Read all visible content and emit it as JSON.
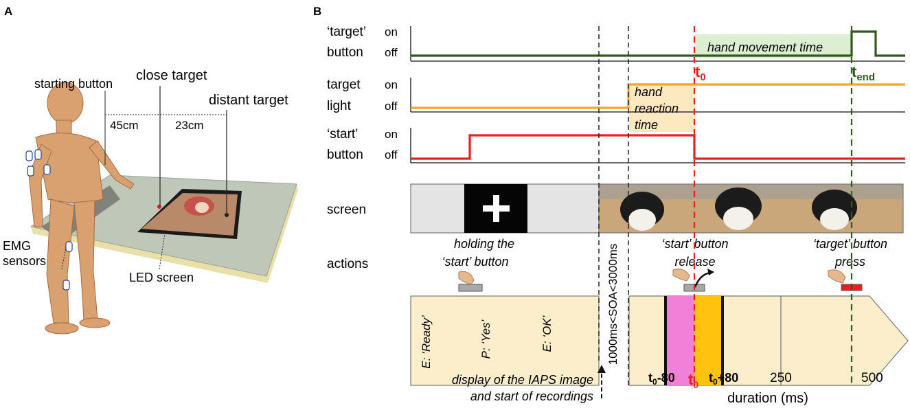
{
  "panelA": {
    "label": "A",
    "starting_button": "starting button",
    "close_target": "close target",
    "distant_target": "distant target",
    "dist1": "45cm",
    "dist2": "23cm",
    "emg1": "EMG",
    "emg2": "sensors",
    "led_screen": "LED screen"
  },
  "panelB": {
    "label": "B",
    "rows": {
      "target_button_1": "‘target’",
      "target_button_2": "button",
      "target_light_1": "target",
      "target_light_2": "light",
      "start_button_1": "‘start’",
      "start_button_2": "button",
      "on": "on",
      "off": "off",
      "screen": "screen",
      "actions": "actions"
    },
    "labels": {
      "hand_movement_time": "hand movement time",
      "hand_reaction_1": "hand",
      "hand_reaction_2": "reaction",
      "hand_reaction_3": "time",
      "t0_main": "t",
      "t0_sub": "0",
      "tend_main": "t",
      "tend_sub": "end",
      "soa": "1000ms<SOA<3000ms",
      "holding_1": "holding the",
      "holding_2": "‘start’ button",
      "release_1": "‘start’ button",
      "release_2": "release",
      "press_1": "‘target’ button",
      "press_2": "press",
      "ready": "E: ‘Ready’",
      "yes": "P: ‘Yes’",
      "ok": "E: ‘OK’",
      "display_1": "display of the IAPS image",
      "display_2": "and start of recordings",
      "tick_minus_main": "t",
      "tick_minus_sub": "0",
      "tick_minus_suffix": "-80",
      "tick_zero_main": "t",
      "tick_zero_sub": "0",
      "tick_plus_main": "t",
      "tick_plus_sub": "0",
      "tick_plus_suffix": "+80",
      "tick_250": "250",
      "tick_500": "500",
      "duration": "duration (ms)"
    }
  },
  "colors": {
    "green": "#2f5a1c",
    "orange": "#f5a623",
    "red": "#e8201c",
    "pink": "#f080d8",
    "amber": "#ffc20e",
    "cream": "#fdeecb",
    "light_green": "#dcefd0",
    "light_orange": "#fde8c0"
  }
}
